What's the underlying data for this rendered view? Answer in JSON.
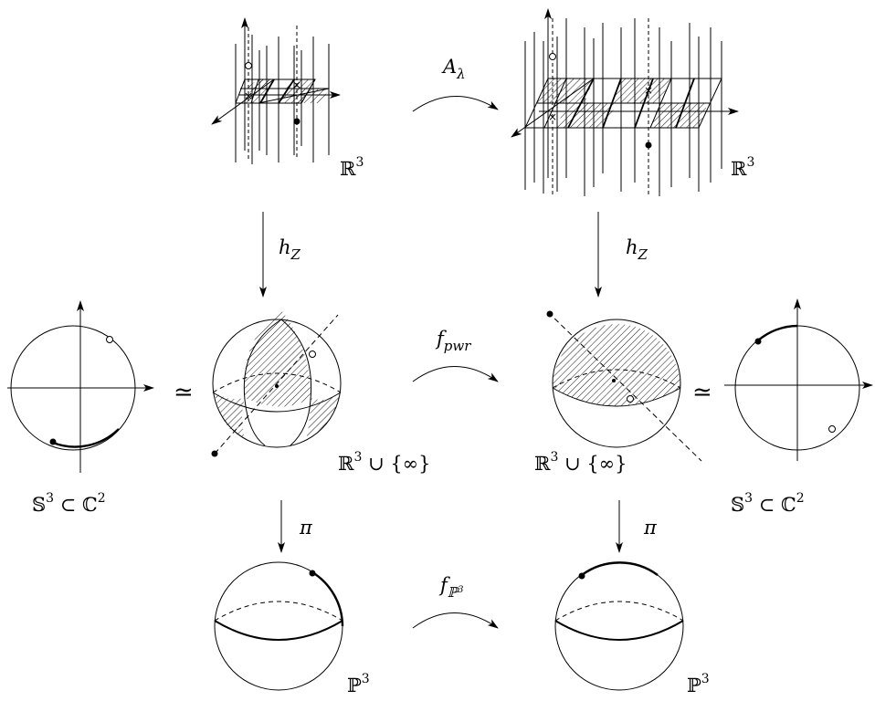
{
  "colors": {
    "ink": "#000000",
    "background": "#ffffff"
  },
  "labels": {
    "R3_top_left": {
      "base": "ℝ",
      "sup": "3"
    },
    "R3_top_right": {
      "base": "ℝ",
      "sup": "3"
    },
    "A_lambda": {
      "base": "A",
      "sub": "λ"
    },
    "hZ_left": {
      "base": "h",
      "sub": "Z"
    },
    "hZ_right": {
      "base": "h",
      "sub": "Z"
    },
    "f_pwr": {
      "base": "f",
      "sub": "pwr"
    },
    "f_P3": {
      "base": "f",
      "sub": "ℙ",
      "subsup": "3"
    },
    "pi_left": "π",
    "pi_right": "π",
    "simeq_left": "≃",
    "simeq_right": "≃",
    "R3_union_inf_left": {
      "base": "ℝ",
      "sup": "3",
      "rest": " ∪ {∞}"
    },
    "R3_union_inf_right": {
      "base": "ℝ",
      "sup": "3",
      "rest": " ∪ {∞}"
    },
    "S3_C2_left": {
      "a": "𝕊",
      "asup": "3",
      "mid": " ⊂ ",
      "b": "ℂ",
      "bsup": "2"
    },
    "S3_C2_right": {
      "a": "𝕊",
      "asup": "3",
      "mid": " ⊂ ",
      "b": "ℂ",
      "bsup": "2"
    },
    "P3_left": {
      "base": "ℙ",
      "sup": "3"
    },
    "P3_right": {
      "base": "ℙ",
      "sup": "3"
    }
  }
}
